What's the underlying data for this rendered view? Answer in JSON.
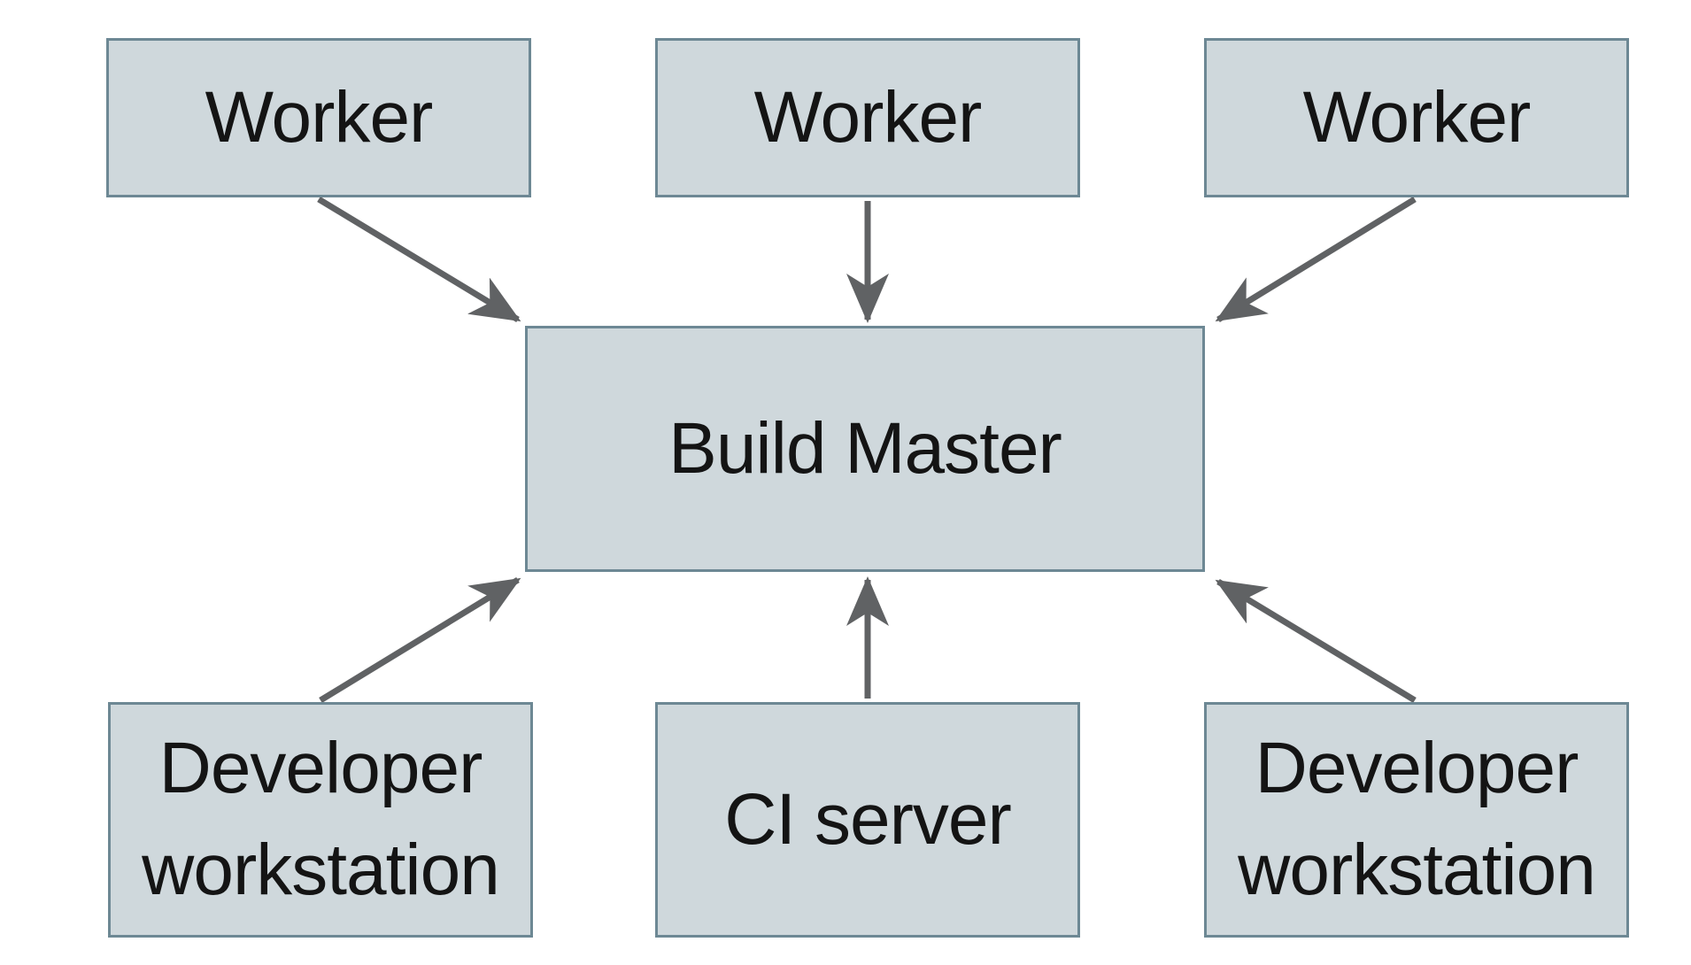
{
  "diagram": {
    "type": "architecture-diagram",
    "colors": {
      "background": "#ffffff",
      "node_fill": "#cfd8dc",
      "node_border": "#6d8894",
      "arrow_color": "#606264",
      "text_color": "#141414"
    },
    "nodes": [
      {
        "id": "worker-1",
        "label": "Worker"
      },
      {
        "id": "worker-2",
        "label": "Worker"
      },
      {
        "id": "worker-3",
        "label": "Worker"
      },
      {
        "id": "build-master",
        "label": "Build Master"
      },
      {
        "id": "dev-workstation-1",
        "label": "Developer workstation"
      },
      {
        "id": "ci-server",
        "label": "CI server"
      },
      {
        "id": "dev-workstation-2",
        "label": "Developer workstation"
      }
    ],
    "edges": [
      {
        "from": "worker-1",
        "to": "build-master"
      },
      {
        "from": "worker-2",
        "to": "build-master"
      },
      {
        "from": "worker-3",
        "to": "build-master"
      },
      {
        "from": "dev-workstation-1",
        "to": "build-master"
      },
      {
        "from": "ci-server",
        "to": "build-master"
      },
      {
        "from": "dev-workstation-2",
        "to": "build-master"
      }
    ]
  }
}
